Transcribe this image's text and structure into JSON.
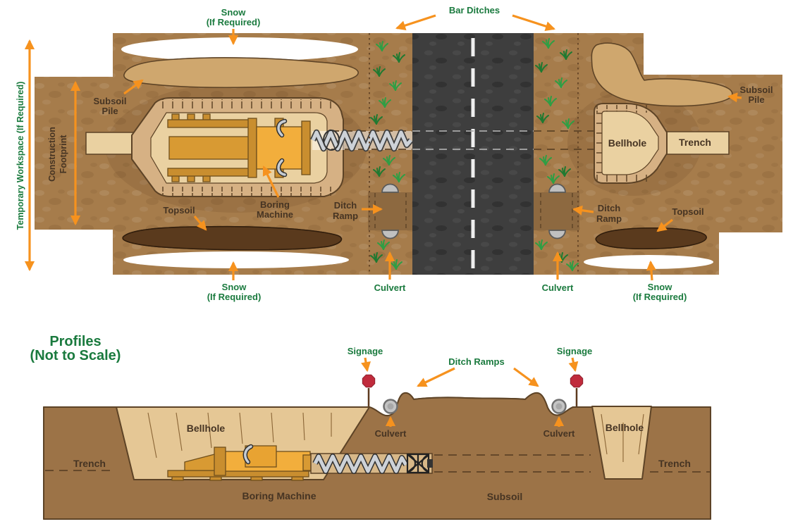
{
  "diagram_title": "Road bore crossing construction diagram (plan view and profiles)",
  "palette": {
    "label_green": "#1a7a3e",
    "label_dark": "#463423",
    "arrow_orange": "#f6921e",
    "ground_brown": "#a67c4b",
    "ditch_brown": "#b2894f",
    "road_asphalt": "#3e3e3e",
    "road_centerline": "#efefef",
    "excavation_light": "#ead1a1",
    "excavation_band": "#d6b184",
    "profile_bellhole": "#e5c795",
    "profile_subsoil": "#9c7347",
    "outline_brown": "#5d4326",
    "subsoil_pile_tan": "#cfa76e",
    "topsoil_pile_dark": "#5a3a1d",
    "machine_yellow": "#f2ae3c",
    "machine_gold": "#c98e2f",
    "auger_gray": "#cdd2d8",
    "culvert_gray": "#c0c0c0",
    "sign_red": "#c02b3c",
    "snow_white": "#ffffff",
    "grass_green": "#2f9e44"
  },
  "plan": {
    "snow_top": {
      "l1": "Snow",
      "l2": "(If Required)"
    },
    "bar_ditches": "Bar Ditches",
    "subsoil_pile_left": {
      "l1": "Subsoil",
      "l2": "Pile"
    },
    "subsoil_pile_right": {
      "l1": "Subsoil",
      "l2": "Pile"
    },
    "temporary_workspace": "Temporary Workspace (If Required)",
    "construction_footprint": {
      "l1": "Construction",
      "l2": "Footprint"
    },
    "topsoil_left": "Topsoil",
    "topsoil_right": "Topsoil",
    "boring_machine": {
      "l1": "Boring",
      "l2": "Machine"
    },
    "ditch_ramp_left": {
      "l1": "Ditch",
      "l2": "Ramp"
    },
    "ditch_ramp_right": {
      "l1": "Ditch",
      "l2": "Ramp"
    },
    "culvert_left": "Culvert",
    "culvert_right": "Culvert",
    "bellhole": "Bellhole",
    "trench": "Trench",
    "snow_bottom_left": {
      "l1": "Snow",
      "l2": "(If Required)"
    },
    "snow_bottom_right": {
      "l1": "Snow",
      "l2": "(If Required)"
    }
  },
  "profile": {
    "heading": {
      "l1": "Profiles",
      "l2": "(Not to Scale)"
    },
    "signage_left": "Signage",
    "signage_right": "Signage",
    "ditch_ramps": "Ditch Ramps",
    "culvert_left": "Culvert",
    "culvert_right": "Culvert",
    "bellhole_left": "Bellhole",
    "bellhole_right": "Bellhole",
    "trench_left": "Trench",
    "trench_right": "Trench",
    "boring_machine": "Boring Machine",
    "subsoil": "Subsoil"
  }
}
